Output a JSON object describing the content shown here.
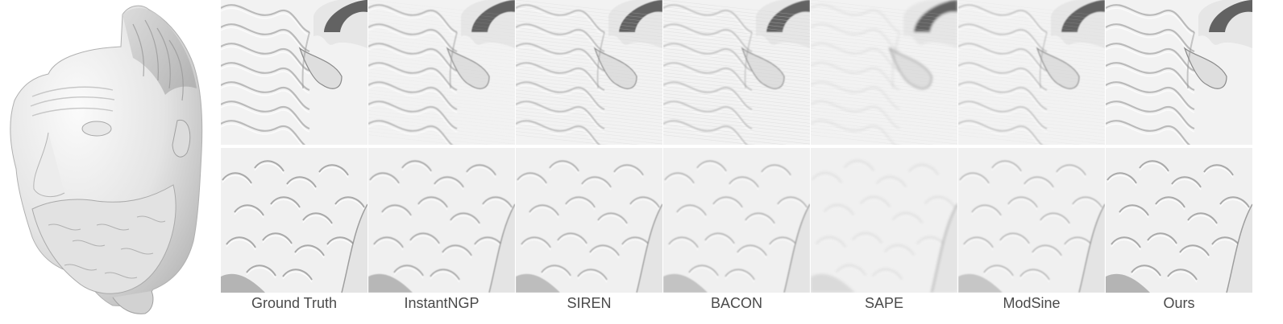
{
  "figure": {
    "columns": [
      {
        "id": "gt",
        "label": "Ground Truth"
      },
      {
        "id": "ingp",
        "label": "InstantNGP"
      },
      {
        "id": "siren",
        "label": "SIREN"
      },
      {
        "id": "bacon",
        "label": "BACON"
      },
      {
        "id": "sape",
        "label": "SAPE"
      },
      {
        "id": "modsine",
        "label": "ModSine"
      },
      {
        "id": "ours",
        "label": "Ours"
      }
    ]
  }
}
